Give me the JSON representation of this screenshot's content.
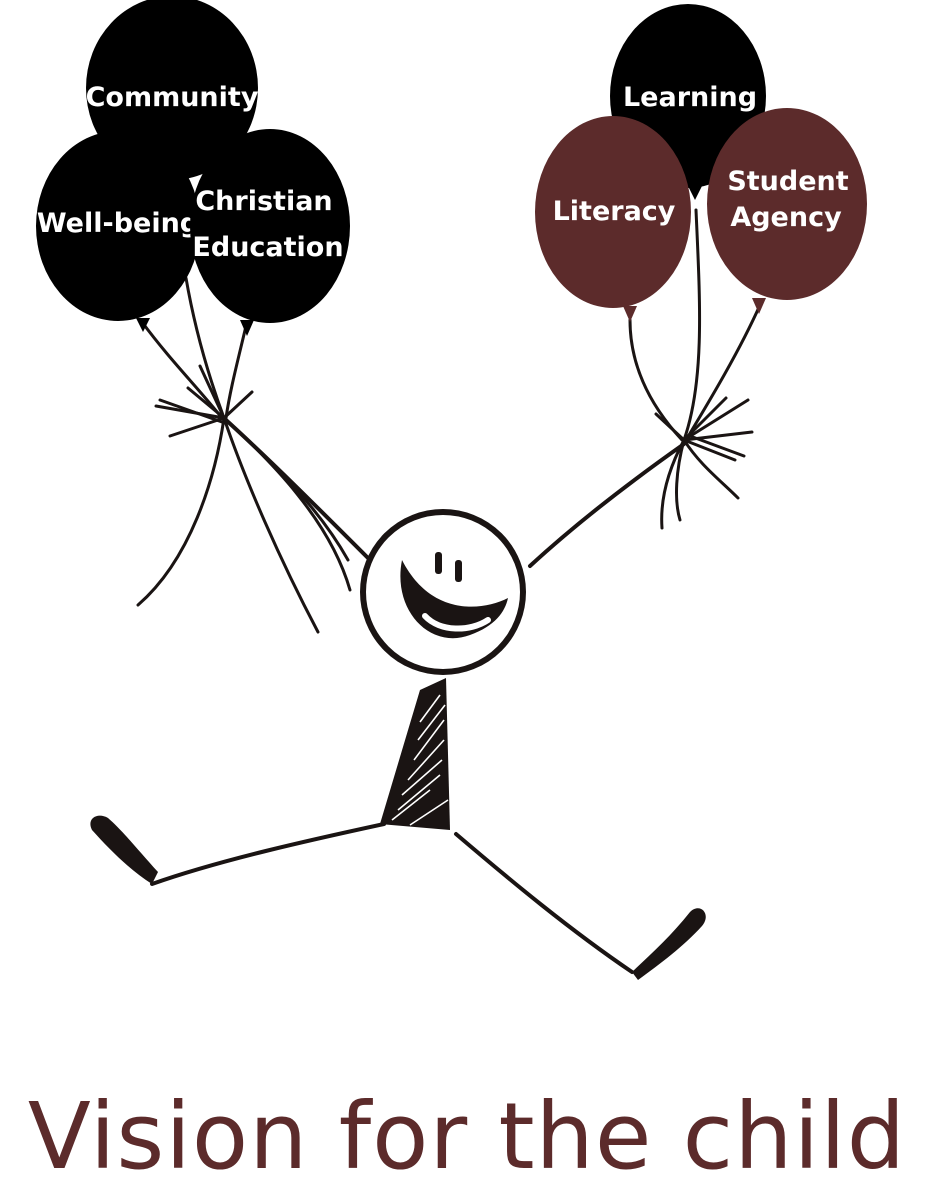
{
  "colors": {
    "black_balloon": "#000000",
    "maroon_balloon": "#5c2b2b",
    "ink": "#1a1413",
    "caption": "#5c2b2b",
    "background": "#ffffff"
  },
  "balloons": {
    "community": "Community",
    "wellbeing": "Well-being",
    "christian_line1": "Christian",
    "christian_line2": "Education",
    "learning": "Learning",
    "literacy": "Literacy",
    "student_line1": "Student",
    "student_line2": "Agency"
  },
  "caption": "Vision for the child"
}
